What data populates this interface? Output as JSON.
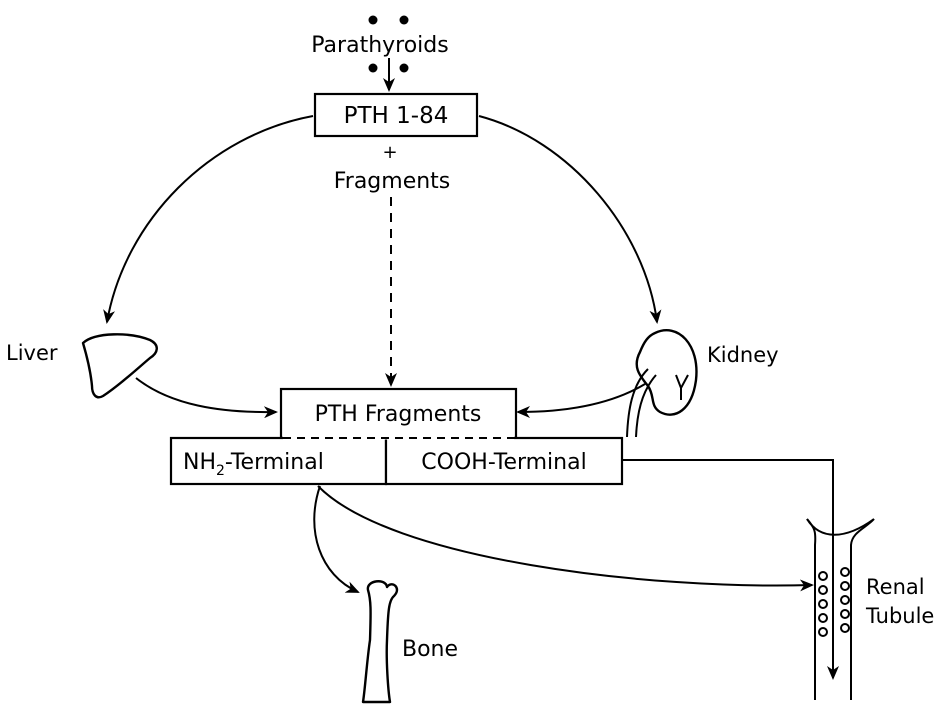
{
  "diagram": {
    "source_label": "Parathyroids",
    "hormone_box": "PTH 1-84",
    "plus_sign": "+",
    "fragments_label": "Fragments",
    "liver_label": "Liver",
    "kidney_label": "Kidney",
    "fragments_box": "PTH Fragments",
    "nh2_prefix": "NH",
    "nh2_subscript": "2",
    "nh2_suffix": "-Terminal",
    "cooh_box": "COOH-Terminal",
    "bone_label": "Bone",
    "renal_label_line1": "Renal",
    "renal_label_line2": "Tubule"
  }
}
